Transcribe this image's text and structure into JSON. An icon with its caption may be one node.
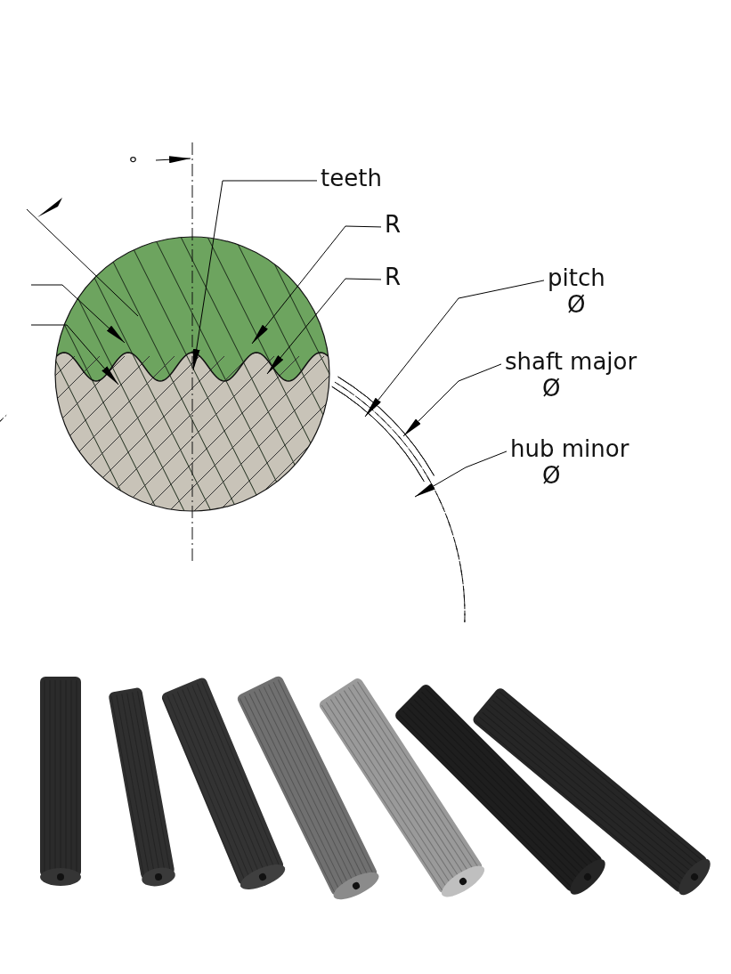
{
  "diagram": {
    "nodes": [
      {
        "text": [
          "teeth"
        ]
      },
      {
        "text": [
          "R"
        ]
      },
      {
        "text": [
          "R"
        ]
      },
      {
        "text": [
          "pitch",
          "Ø"
        ]
      },
      {
        "text": [
          "shaft major",
          "Ø"
        ]
      },
      {
        "text": [
          "hub minor",
          "Ø"
        ]
      }
    ],
    "edges": [
      {
        "from": 0,
        "to": null,
        "arrow": "to"
      },
      {
        "from": 1,
        "to": null,
        "arrow": "to"
      },
      {
        "from": 2,
        "to": null,
        "arrow": "to"
      },
      {
        "from": 3,
        "to": null,
        "arrow": "to"
      },
      {
        "from": 4,
        "to": null,
        "arrow": "to"
      },
      {
        "from": 5,
        "to": null,
        "arrow": "to"
      }
    ],
    "labels": [
      "°"
    ]
  }
}
